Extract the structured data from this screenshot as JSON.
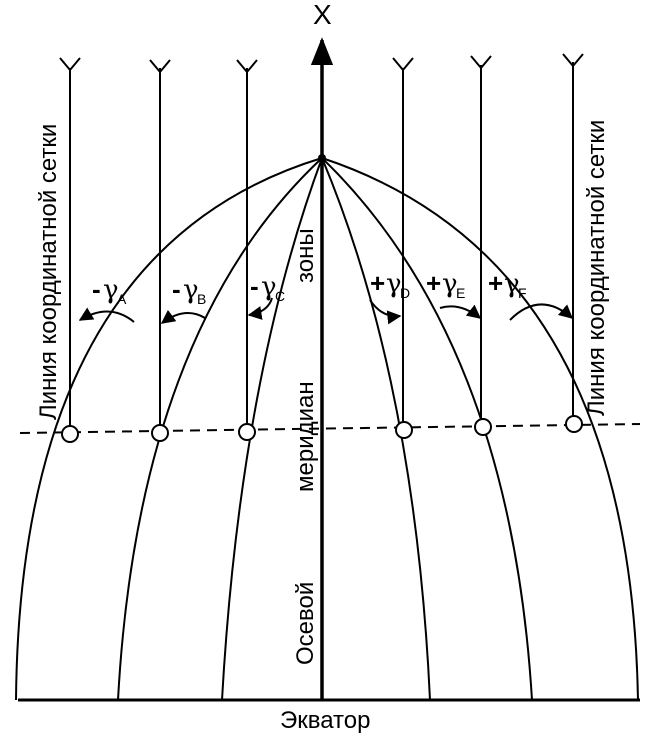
{
  "axis": {
    "x_label": "X"
  },
  "equator_label": "Экватор",
  "axial_meridian": {
    "word_1": "Осевой",
    "word_2": "меридиан",
    "word_3": "зоны"
  },
  "grid_line_label": "Линия координатной сетки",
  "angles": [
    {
      "sign": "-",
      "symbol": "γ",
      "subscript": "A"
    },
    {
      "sign": "-",
      "symbol": "γ",
      "subscript": "B"
    },
    {
      "sign": "-",
      "symbol": "γ",
      "subscript": "C"
    },
    {
      "sign": "+",
      "symbol": "γ",
      "subscript": "D"
    },
    {
      "sign": "+",
      "symbol": "γ",
      "subscript": "E"
    },
    {
      "sign": "+",
      "symbol": "γ",
      "subscript": "F"
    }
  ]
}
